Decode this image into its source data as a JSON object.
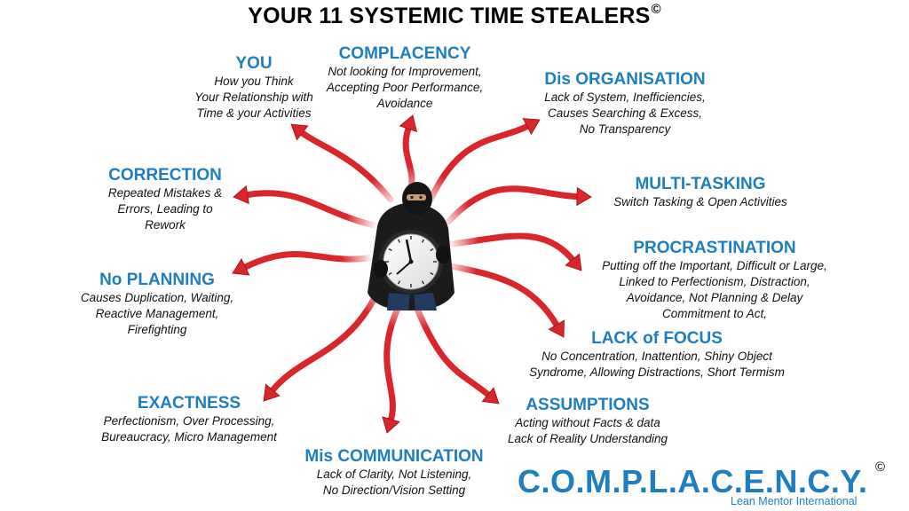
{
  "title": "YOUR 11 SYSTEMIC TIME STEALERS",
  "copyright": "©",
  "colors": {
    "heading": "#1f7ec1",
    "arrow": "#d9262c",
    "arrow_dark": "#9e1016",
    "text": "#111111"
  },
  "center_image": {
    "icon": "thief-with-clock-icon"
  },
  "stealers": [
    {
      "id": "you",
      "heading": "YOU",
      "lines": [
        "How you Think",
        "Your Relationship with",
        "Time & your Activities"
      ]
    },
    {
      "id": "complacency",
      "heading": "COMPLACENCY",
      "lines": [
        "Not looking for Improvement,",
        "Accepting Poor Performance,",
        "Avoidance"
      ]
    },
    {
      "id": "disorganisation",
      "heading": "Dis ORGANISATION",
      "lines": [
        "Lack of System, Inefficiencies,",
        "Causes Searching & Excess,",
        "No Transparency"
      ]
    },
    {
      "id": "correction",
      "heading": "CORRECTION",
      "lines": [
        "Repeated Mistakes &",
        "Errors, Leading to",
        "Rework"
      ]
    },
    {
      "id": "multitasking",
      "heading": "MULTI-TASKING",
      "lines": [
        "Switch Tasking & Open Activities"
      ]
    },
    {
      "id": "procrastination",
      "heading": "PROCRASTINATION",
      "lines": [
        "Putting off the Important, Difficult or Large,",
        "Linked to Perfectionism, Distraction,",
        "Avoidance, Not Planning & Delay",
        "Commitment to Act,"
      ]
    },
    {
      "id": "noplanning",
      "heading": "No PLANNING",
      "lines": [
        "Causes Duplication, Waiting,",
        "Reactive Management,",
        "Firefighting"
      ]
    },
    {
      "id": "lackoffocus",
      "heading": "LACK of FOCUS",
      "lines": [
        "No Concentration, Inattention, Shiny Object",
        "Syndrome, Allowing Distractions, Short Termism"
      ]
    },
    {
      "id": "exactness",
      "heading": "EXACTNESS",
      "lines": [
        "Perfectionism, Over Processing,",
        "Bureaucracy, Micro Management"
      ]
    },
    {
      "id": "assumptions",
      "heading": "ASSUMPTIONS",
      "lines": [
        "Acting without Facts & data",
        "Lack of Reality Understanding"
      ]
    },
    {
      "id": "miscommunication",
      "heading": "Mis COMMUNICATION",
      "lines": [
        "Lack of Clarity, Not Listening,",
        "No Direction/Vision Setting"
      ]
    }
  ],
  "brand": {
    "acronym": "C.O.M.P.L.A.C.E.N.C.Y.",
    "copyright": "©",
    "company": "Lean Mentor International"
  }
}
